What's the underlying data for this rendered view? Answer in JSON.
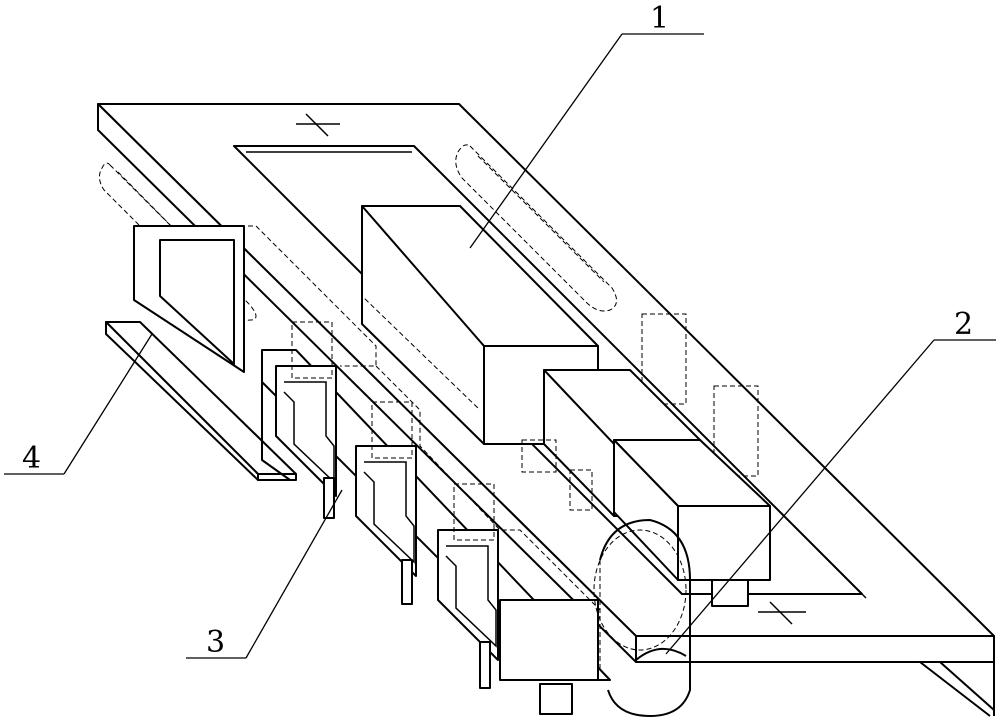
{
  "labels": {
    "part1": "1",
    "part2": "2",
    "part3": "3",
    "part4": "4"
  },
  "colors": {
    "line": "#000000",
    "background": "#ffffff"
  }
}
